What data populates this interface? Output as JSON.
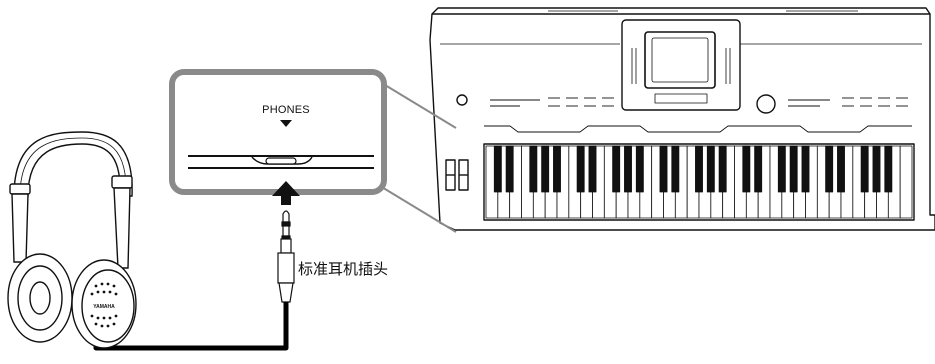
{
  "callout": {
    "jack_label": "PHONES"
  },
  "plug_label": "标准耳机插头",
  "headphones": {
    "brand_mark": "YAMAHA"
  },
  "colors": {
    "callout_border": "#8a8a8a",
    "line": "#111111",
    "cable": "#000000"
  }
}
